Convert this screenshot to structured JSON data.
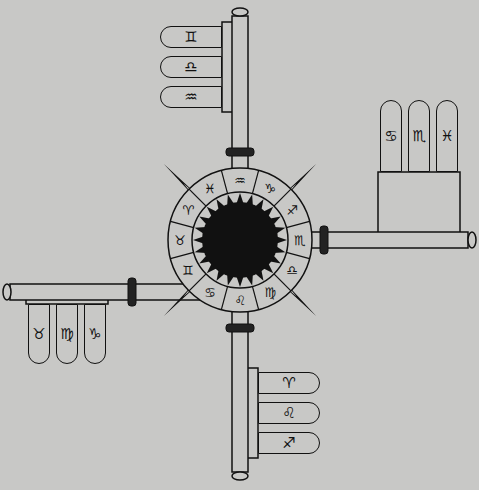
{
  "diagram": {
    "nodes": [
      {
        "text": [
          "♊"
        ]
      },
      {
        "text": [
          "♎"
        ]
      },
      {
        "text": [
          "♒"
        ]
      },
      {
        "text": [
          "♋"
        ]
      },
      {
        "text": [
          "♏"
        ]
      },
      {
        "text": [
          "♓"
        ]
      },
      {
        "text": [
          "♉"
        ]
      },
      {
        "text": [
          "♍"
        ]
      },
      {
        "text": [
          "♑"
        ]
      },
      {
        "text": [
          "♈"
        ]
      },
      {
        "text": [
          "♌"
        ]
      },
      {
        "text": [
          "♐"
        ]
      }
    ],
    "labels": [
      "♒",
      "♑",
      "♐",
      "♏",
      "♎",
      "♍",
      "♌",
      "♋",
      "♊",
      "♉",
      "♈",
      "♓"
    ]
  }
}
